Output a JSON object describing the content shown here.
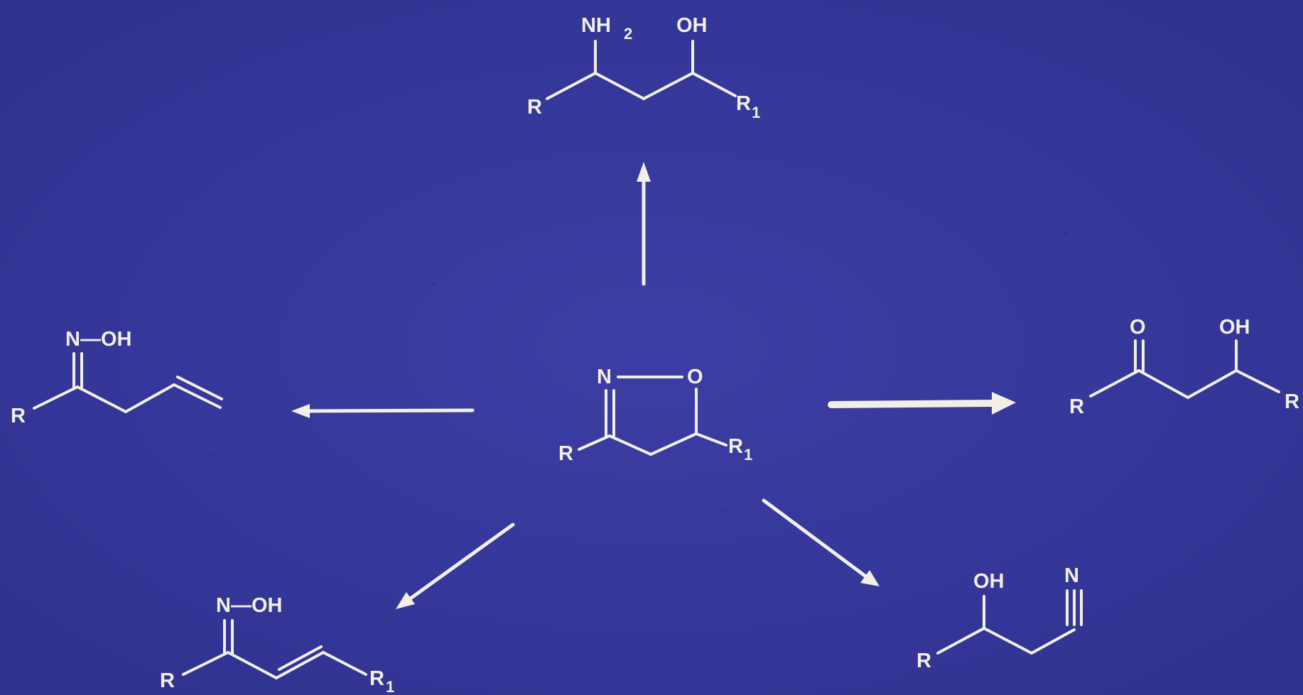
{
  "colors": {
    "background": "#3a3a9c",
    "ink": "#f2efe6"
  },
  "center": {
    "name": "isoxazoline",
    "labels": {
      "n": "N",
      "o": "O",
      "r": "R",
      "r1": "R",
      "r1_sub": "1"
    }
  },
  "top": {
    "name": "amino-alcohol",
    "labels": {
      "nh2": "NH",
      "nh2_sub": "2",
      "oh": "OH",
      "r": "R",
      "r1": "R",
      "r1_sub": "1"
    }
  },
  "right": {
    "name": "hydroxy-ketone",
    "labels": {
      "o": "O",
      "oh": "OH",
      "r": "R",
      "r1": "R"
    }
  },
  "left": {
    "name": "oxime-alkene",
    "labels": {
      "noh": "N—OH",
      "r": "R"
    }
  },
  "bottom_left": {
    "name": "unsaturated-oxime",
    "labels": {
      "noh": "N—OH",
      "r": "R",
      "r1": "R",
      "r1_sub": "1"
    }
  },
  "bottom_right": {
    "name": "hydroxy-nitrile",
    "labels": {
      "oh": "OH",
      "n": "N",
      "r": "R"
    }
  }
}
